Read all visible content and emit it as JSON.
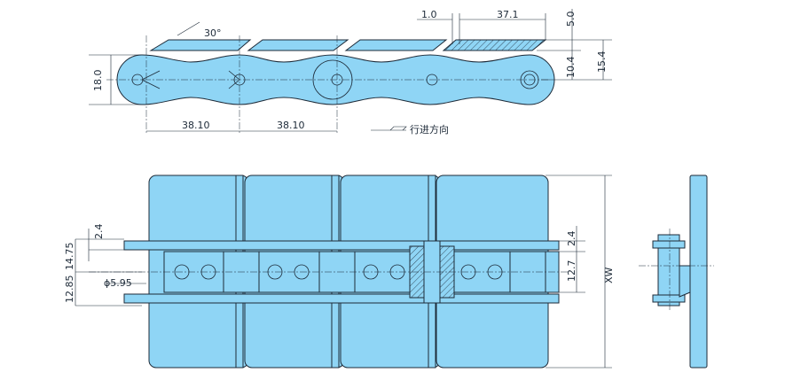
{
  "colors": {
    "part_fill": "#8fd5f5",
    "line": "#1d2a38"
  },
  "top_view": {
    "angle": "30°",
    "gap": "1.0",
    "slat_length": "37.1",
    "slat_thickness": "5.0",
    "pin_to_slat": "10.4",
    "pin_to_top": "15.4",
    "link_height": "18.0",
    "pitch_1": "38.10",
    "pitch_2": "38.10",
    "direction_label": "行进方向"
  },
  "plan_view": {
    "plate_offset_left": "2.4",
    "upper_half_width": "14.75",
    "lower_half_width": "12.85",
    "pin_diameter": "ϕ5.95",
    "plate_offset_right": "2.4",
    "inner_width": "12.7",
    "slat_width": "XW"
  }
}
